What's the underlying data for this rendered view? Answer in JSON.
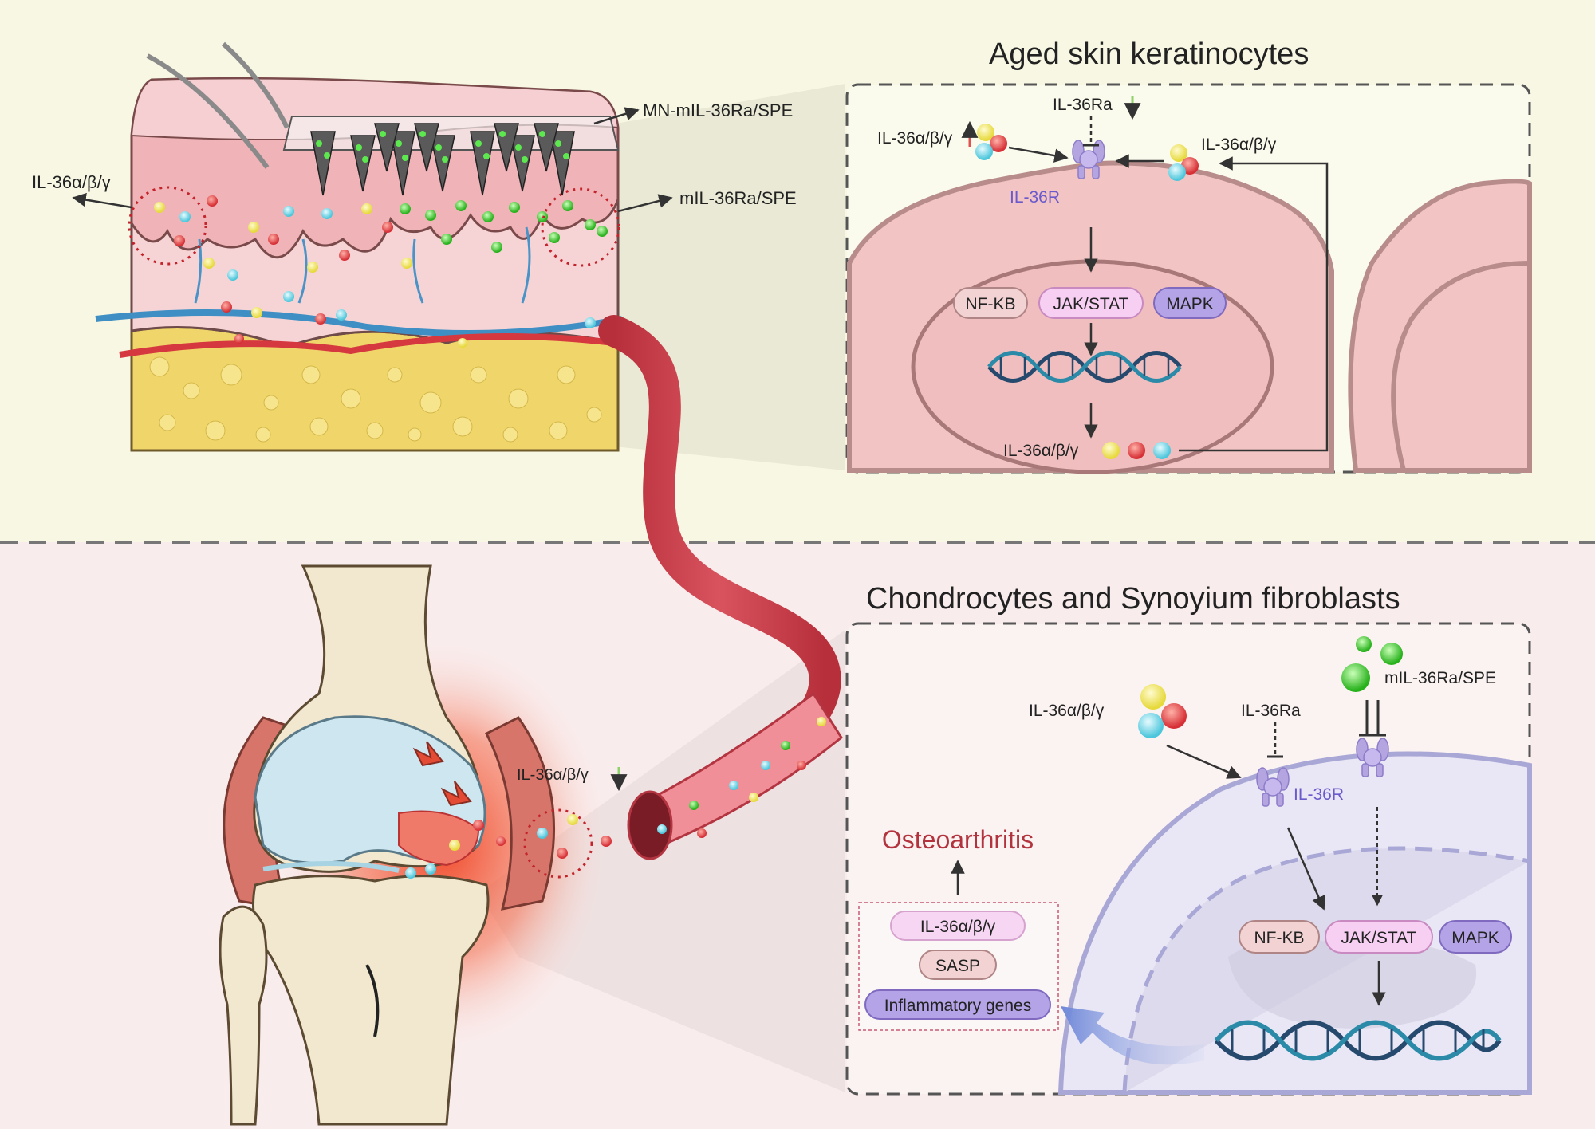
{
  "colors": {
    "upper_bg": "#f7f7e3",
    "lower_bg": "#f9ecec",
    "divider": "#777777",
    "cell_fill": "#f2c4c4",
    "cell_border": "#b98c8c",
    "fibro_fill": "#e9e7f5",
    "membrane": "#a9a7d6",
    "receptor": "#b4a5e0",
    "receptor_label": "#6a5acd",
    "yellow_particle": "#f1ea6e",
    "red_particle": "#e04b4b",
    "cyan_particle": "#6fd6e6",
    "green_particle": "#3ecb2f",
    "vessel": "#c8424e",
    "vessel_light": "#f08f97",
    "fat": "#f0d66a",
    "bone": "#f1e8cf",
    "cartilage": "#cde6ef",
    "inflammation": "#f04a2a",
    "osteoarthritis_text": "#b2333d",
    "up_arrow": "#e05252",
    "down_arrow": "#8ed36a",
    "pill_nfkb": "#f2d2d2",
    "pill_jakstat": "#f6cff2",
    "pill_mapk": "#b4a3e6",
    "dna_1": "#264a6e",
    "dna_2": "#2a8aa8"
  },
  "skin_panel": {
    "title": "Aged skin keratinocytes",
    "label_il36ra": "IL-36Ra",
    "label_cytokine_left": "IL-36α/β/γ",
    "label_cytokine_right": "IL-36α/β/γ",
    "label_receptor": "IL-36R",
    "pathway_nfkb": "NF-KB",
    "pathway_jakstat": "JAK/STAT",
    "pathway_mapk": "MAPK",
    "label_cytokine_out": "IL-36α/β/γ"
  },
  "skin_tissue": {
    "label_microneedle": "MN-mIL-36Ra/SPE",
    "label_released": "mIL-36Ra/SPE",
    "label_cytokine": "IL-36α/β/γ"
  },
  "joint": {
    "label_cytokine": "IL-36α/β/γ"
  },
  "joint_panel": {
    "title": "Chondrocytes and Synoyium fibroblasts",
    "label_cytokine": "IL-36α/β/γ",
    "label_il36ra": "IL-36Ra",
    "label_mil36ra": "mIL-36Ra/SPE",
    "label_receptor": "IL-36R",
    "pathway_nfkb": "NF-KB",
    "pathway_jakstat": "JAK/STAT",
    "pathway_mapk": "MAPK",
    "outcome_title": "Osteoarthritis",
    "outcome_items": [
      "IL-36α/β/γ",
      "SASP",
      "Inflammatory genes"
    ]
  }
}
